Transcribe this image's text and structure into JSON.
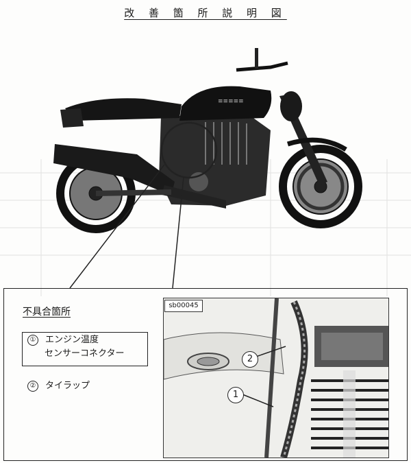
{
  "title": "改 善 箇 所 説 明 図",
  "detail": {
    "heading": "不具合箇所",
    "items": [
      {
        "num": "①",
        "line1": "エンジン温度",
        "line2": "センサーコネクター"
      },
      {
        "num": "②",
        "line1": "タイラップ"
      }
    ],
    "photo_tag": "sb00045",
    "callouts": [
      "1",
      "2"
    ]
  }
}
